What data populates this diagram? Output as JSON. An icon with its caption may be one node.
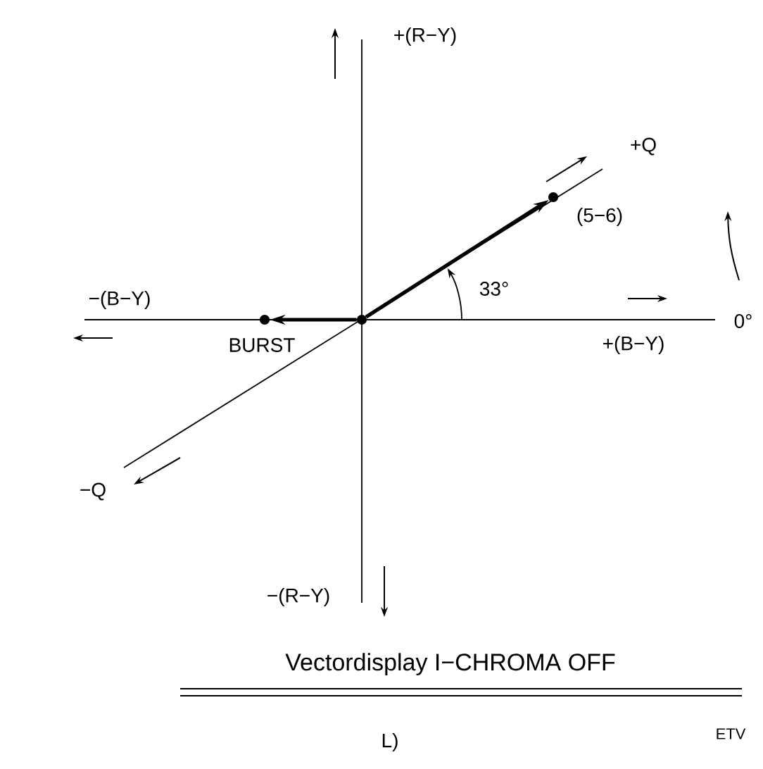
{
  "diagram": {
    "title": "Vectordisplay I−CHROMA OFF",
    "nodes": [
      {
        "text": [],
        "shape": "circle"
      },
      {
        "text": [],
        "shape": "circle",
        "beside": [
          "(5−6)"
        ]
      },
      {
        "text": [],
        "shape": "circle",
        "beside": [
          "BURST"
        ]
      }
    ],
    "edges": [
      {
        "from": 0,
        "to": 1,
        "arrow": "to"
      },
      {
        "from": 0,
        "to": 2,
        "arrow": "to"
      }
    ],
    "labels": [
      "+(R−Y)",
      "+Q",
      "33°",
      "−(B−Y)",
      "0°",
      "+(B−Y)",
      "−Q",
      "−(R−Y)",
      "L)",
      "ETV"
    ]
  }
}
